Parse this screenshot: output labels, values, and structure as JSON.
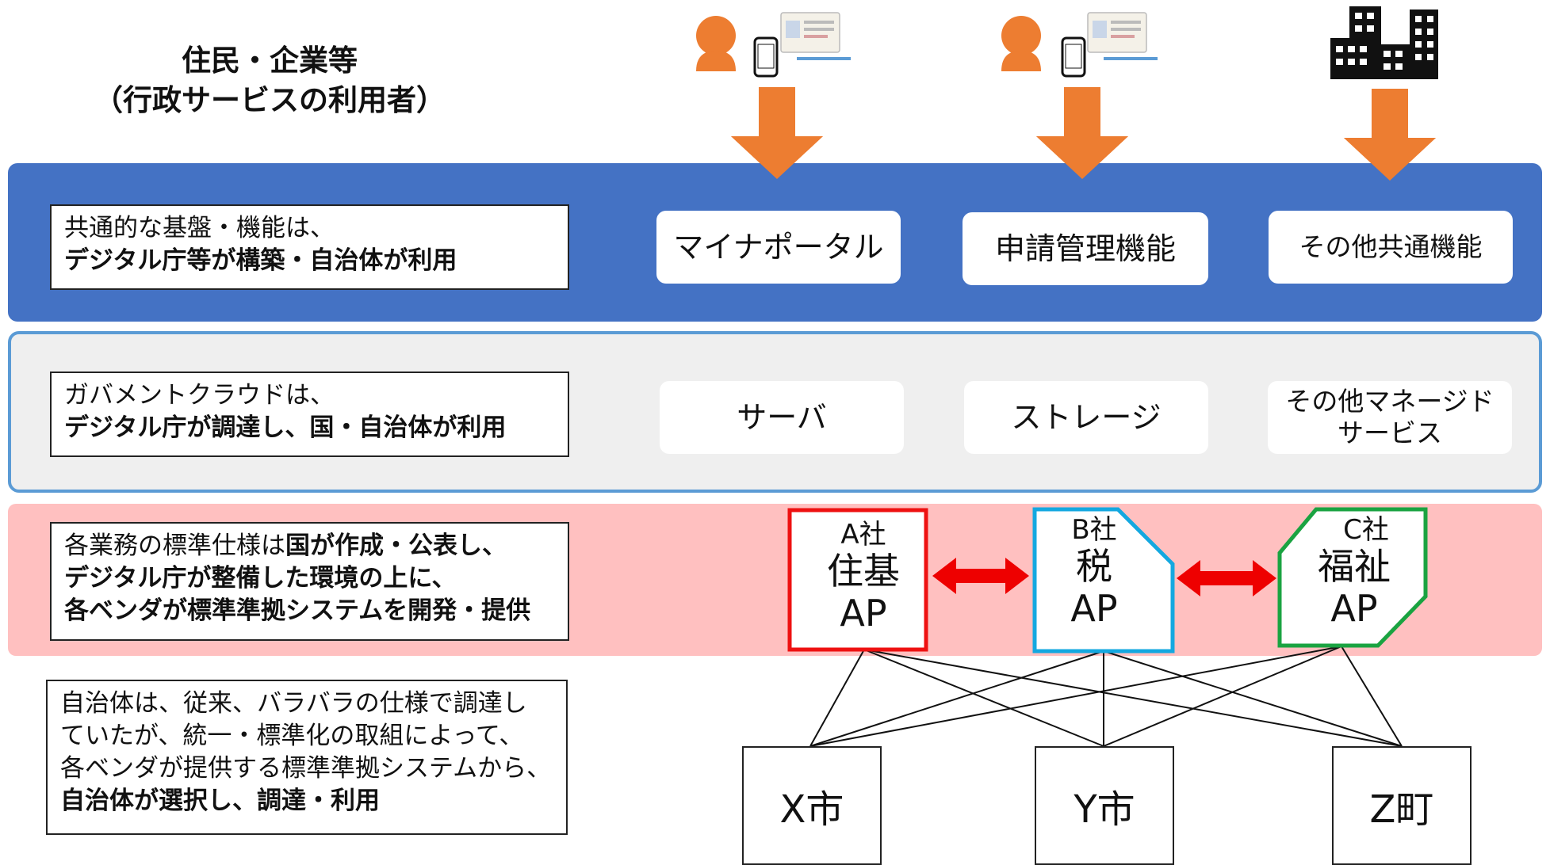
{
  "users": {
    "title_line1": "住民・企業等",
    "title_line2": "（行政サービスの利用者）"
  },
  "layer_platform": {
    "note_line1": "共通的な基盤・機能は、",
    "note_line2_bold": "デジタル庁等が構築・自治体が利用",
    "items": [
      "マイナポータル",
      "申請管理機能",
      "その他共通機能"
    ]
  },
  "layer_cloud": {
    "note_line1": "ガバメントクラウドは、",
    "note_line2_bold": "デジタル庁が調達し、国・自治体が利用",
    "items": [
      "サーバ",
      "ストレージ"
    ],
    "item3_line1": "その他マネージド",
    "item3_line2": "サービス"
  },
  "layer_apps": {
    "note_line1_plain": "各業務の標準仕様は",
    "note_line1_bold": "国が作成・公表し、",
    "note_line2_bold": "デジタル庁が整備した環境の上に、",
    "note_line3_bold": "各ベンダが標準準拠システムを開発・提供",
    "apps": [
      {
        "company": "A社",
        "name": "住基",
        "suffix": "AP",
        "color": "#ee1111"
      },
      {
        "company": "B社",
        "name": "税",
        "suffix": "AP",
        "color": "#14a8e0"
      },
      {
        "company": "C社",
        "name": "福祉",
        "suffix": "AP",
        "color": "#1aa341"
      }
    ],
    "arrow_color": "#ee0000"
  },
  "municipalities": {
    "note_line1": "自治体は、従来、バラバラの仕様で調達し",
    "note_line2": "ていたが、統一・標準化の取組によって、",
    "note_line3": "各ベンダが提供する標準準拠システムから、",
    "note_line4_bold": "自治体が選択し、調達・利用",
    "items": [
      "X市",
      "Y市",
      "Z町"
    ]
  },
  "colors": {
    "band_blue": "#4472c4",
    "band_gray_border": "#5b9bd5",
    "band_pink": "#ffc0c0",
    "orange_arrow": "#ed7d31",
    "person_icon": "#ed7d31"
  }
}
